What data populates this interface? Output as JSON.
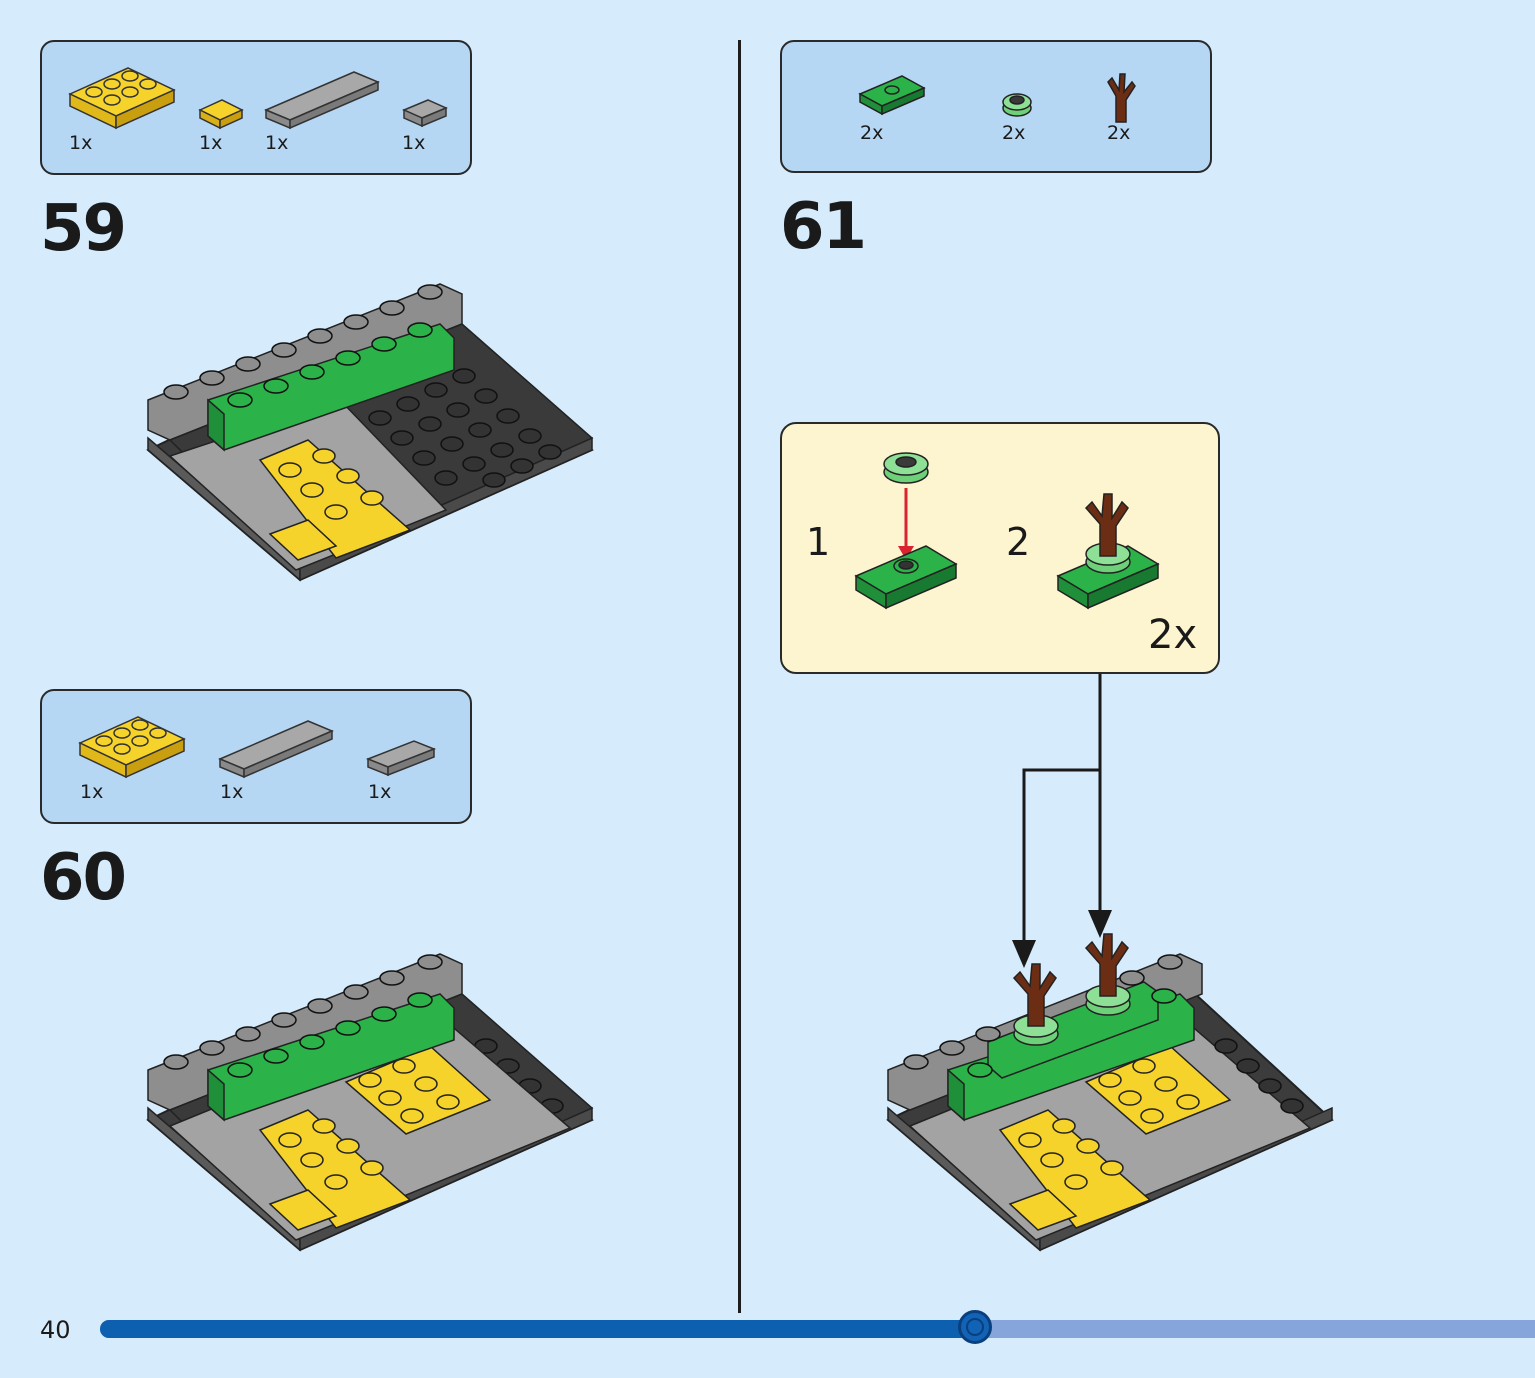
{
  "page": {
    "number": "40",
    "progress": 0.61
  },
  "steps": [
    {
      "number": "59",
      "parts": [
        "1x",
        "1x",
        "1x",
        "1x"
      ]
    },
    {
      "number": "60",
      "parts": [
        "1x",
        "1x",
        "1x"
      ]
    },
    {
      "number": "61",
      "parts": [
        "2x",
        "2x",
        "2x"
      ],
      "subassembly": {
        "sub_steps": [
          "1",
          "2"
        ],
        "multiplier": "2x"
      }
    }
  ],
  "colors": {
    "background": "#d6ebfb",
    "parts_box": "#b5d7f4",
    "callout": "#fdf5cf",
    "yellow": "#f6d32a",
    "green": "#2bb34a",
    "gray": "#9a9a9a",
    "dark_gray": "#4a4a4a",
    "brown": "#6b2e14",
    "progress": "#0d5fb0"
  }
}
